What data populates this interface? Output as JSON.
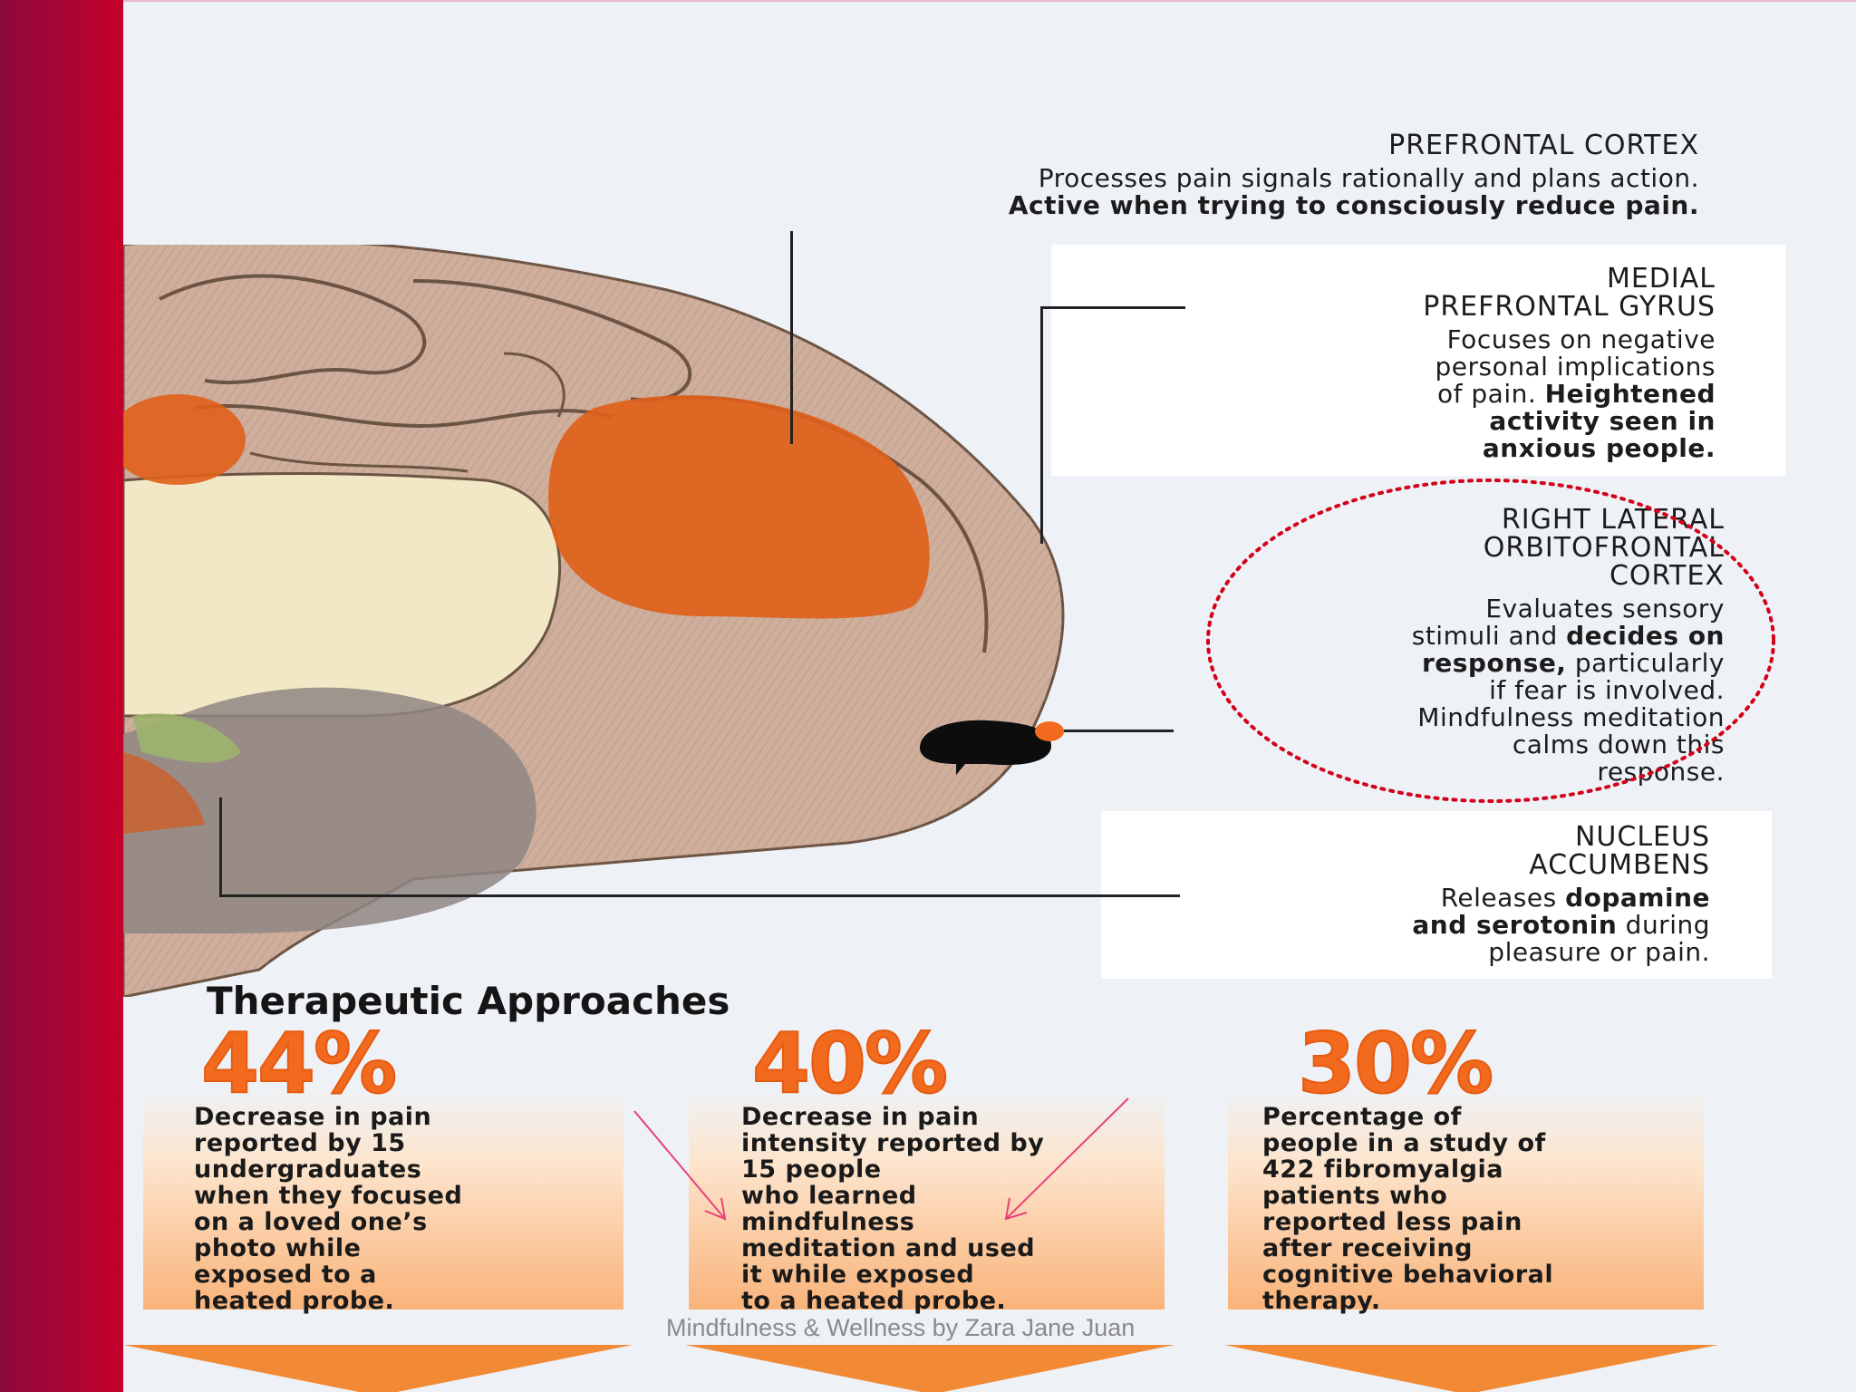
{
  "regions": {
    "prefrontal": {
      "title": "PREFRONTAL CORTEX",
      "line1": "Processes pain signals rationally and plans action.",
      "line2": "Active when trying to consciously reduce pain."
    },
    "medial": {
      "title1": "MEDIAL",
      "title2": "PREFRONTAL GYRUS",
      "l1": "Focuses on negative",
      "l2": "personal implications",
      "l3a": "of pain. ",
      "l3b": "Heightened",
      "l4": "activity seen in",
      "l5": "anxious people."
    },
    "orbitofrontal": {
      "title1": "RIGHT LATERAL",
      "title2": "ORBITOFRONTAL",
      "title3": "CORTEX",
      "l1": "Evaluates sensory",
      "l2a": "stimuli and ",
      "l2b": "decides on",
      "l3a": "response,",
      "l3b": " particularly",
      "l4": "if fear is involved.",
      "l5": "Mindfulness meditation",
      "l6": "calms down this",
      "l7": "response."
    },
    "nucleus": {
      "title1": "NUCLEUS",
      "title2": "ACCUMBENS",
      "l1a": "Releases ",
      "l1b": "dopamine",
      "l2a": "and serotonin",
      "l2b": " during",
      "l3": "pleasure or pain."
    }
  },
  "section_title": "Therapeutic Approaches",
  "stats": [
    {
      "value": "44%",
      "lines": [
        "Decrease in pain",
        "reported by 15",
        "undergraduates",
        "when they focused",
        "on a loved one’s",
        "photo while",
        "exposed to a",
        "heated probe."
      ]
    },
    {
      "value": "40%",
      "lines": [
        "Decrease in pain",
        "intensity reported by",
        "15 people",
        "who learned",
        "mindfulness",
        "meditation and used",
        "it while exposed",
        "to a heated probe."
      ]
    },
    {
      "value": "30%",
      "lines": [
        "Percentage of",
        "people in a study of",
        "422 fibromyalgia",
        "patients who",
        "reported less pain",
        "after receiving",
        "cognitive behavioral",
        "therapy."
      ]
    }
  ],
  "footer": "Mindfulness & Wellness by Zara Jane Juan",
  "colors": {
    "accent": "#f26a1e",
    "sidebar_dark": "#8c0a3e",
    "sidebar_red": "#c4002a",
    "highlight_circle": "#d4001a",
    "arrow": "#e8407a"
  }
}
